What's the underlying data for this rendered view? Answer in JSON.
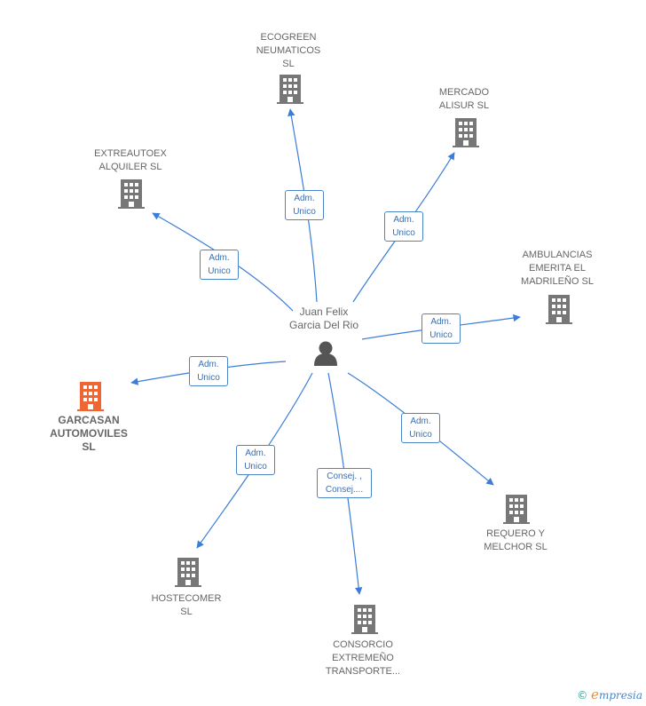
{
  "person": {
    "name": "Juan Felix\nGarcia Del Rio"
  },
  "colors": {
    "edge": "#3b7dd8",
    "building": "#777777",
    "building_highlight": "#ee6633",
    "person": "#555555"
  },
  "companies": [
    {
      "id": "ecogreen",
      "name": "ECOGREEN\nNEUMATICOS\nSL",
      "role": "Adm.\nUnico"
    },
    {
      "id": "mercado",
      "name": "MERCADO\nALISUR  SL",
      "role": "Adm.\nUnico"
    },
    {
      "id": "extreautoex",
      "name": "EXTREAUTOEX\nALQUILER  SL",
      "role": "Adm.\nUnico"
    },
    {
      "id": "ambulancias",
      "name": "AMBULANCIAS\nEMERITA EL\nMADRILEÑO SL",
      "role": "Adm.\nUnico"
    },
    {
      "id": "garcasan",
      "name": "GARCASAN\nAUTOMOVILES\nSL",
      "role": "Adm.\nUnico",
      "highlight": true
    },
    {
      "id": "hostecomer",
      "name": "HOSTECOMER\nSL",
      "role": "Adm.\nUnico"
    },
    {
      "id": "consorcio",
      "name": "CONSORCIO\nEXTREMEÑO\nTRANSPORTE...",
      "role": "Consej. ,\nConsej...."
    },
    {
      "id": "requero",
      "name": "REQUERO Y\nMELCHOR  SL",
      "role": "Adm.\nUnico"
    }
  ],
  "footer": {
    "copyright": "©",
    "brand_initial": "e",
    "brand_rest": "mpresia"
  }
}
